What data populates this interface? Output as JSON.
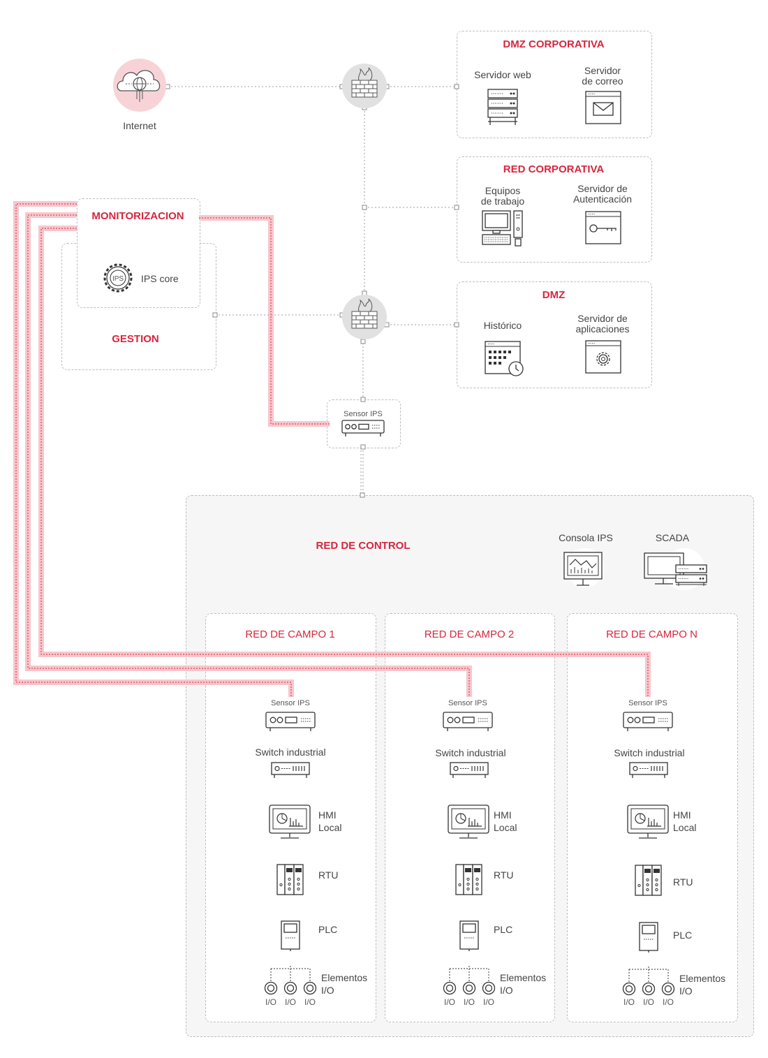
{
  "internet": {
    "label": "Internet"
  },
  "dmz_corporativa": {
    "title": "DMZ CORPORATIVA",
    "servidor_web": "Servidor web",
    "servidor_correo": [
      "Servidor",
      "de correo"
    ]
  },
  "red_corporativa": {
    "title": "RED CORPORATIVA",
    "equipos": [
      "Equipos",
      "de trabajo"
    ],
    "autenticacion": [
      "Servidor de",
      "Autenticación"
    ]
  },
  "dmz": {
    "title": "DMZ",
    "historico": "Histórico",
    "aplicaciones": [
      "Servidor de",
      "aplicaciones"
    ]
  },
  "monitorizacion": {
    "title": "MONITORIZACION",
    "ips_badge": "IPS",
    "ips_core": "IPS core"
  },
  "gestion": {
    "title": "GESTION"
  },
  "sensor_top": {
    "label": "Sensor IPS"
  },
  "red_control": {
    "title": "RED DE CONTROL",
    "consola": "Consola IPS",
    "scada": "SCADA"
  },
  "campos": [
    {
      "title": "RED DE CAMPO 1",
      "sensor": "Sensor IPS",
      "switch": "Switch industrial",
      "hmi": [
        "HMI",
        "Local"
      ],
      "rtu": "RTU",
      "plc": "PLC",
      "elementos": [
        "Elementos",
        "I/O"
      ],
      "io": [
        "I/O",
        "I/O",
        "I/O"
      ]
    },
    {
      "title": "RED DE CAMPO 2",
      "sensor": "Sensor IPS",
      "switch": "Switch industrial",
      "hmi": [
        "HMI",
        "Local"
      ],
      "rtu": "RTU",
      "plc": "PLC",
      "elementos": [
        "Elementos",
        "I/O"
      ],
      "io": [
        "I/O",
        "I/O",
        "I/O"
      ]
    },
    {
      "title": "RED DE CAMPO N",
      "sensor": "Sensor IPS",
      "switch": "Switch industrial",
      "hmi": [
        "HMI",
        "Local"
      ],
      "rtu": "RTU",
      "plc": "PLC",
      "elementos": [
        "Elementos",
        "I/O"
      ],
      "io": [
        "I/O",
        "I/O",
        "I/O"
      ]
    }
  ],
  "colors": {
    "accent": "#d7263d",
    "highlight": "#f7c6cc",
    "highlight_orange": "#f9cfb9",
    "line": "#9e9e9e",
    "firewall": "#e1e1e1",
    "panel": "#f6f6f6"
  },
  "icons": [
    "cloud-globe-icon",
    "firewall-icon",
    "server-rack-icon",
    "mail-server-icon",
    "workstation-icon",
    "key-server-icon",
    "calendar-clock-icon",
    "gear-window-icon",
    "ips-gear-icon",
    "sensor-device-icon",
    "monitor-chart-icon",
    "scada-icon",
    "switch-icon",
    "hmi-icon",
    "rtu-icon",
    "plc-icon",
    "io-element-icon"
  ]
}
